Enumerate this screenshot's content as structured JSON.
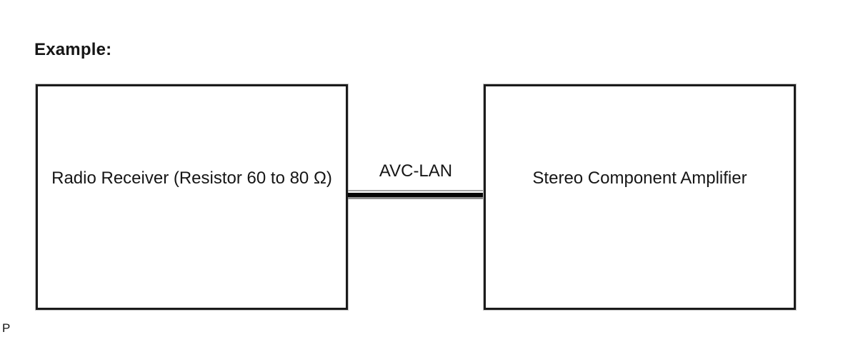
{
  "heading": "Example:",
  "diagram": {
    "radio_receiver_label": "Radio Receiver (Resistor 60 to 80 Ω)",
    "amplifier_label": "Stereo Component Amplifier",
    "bus_label": "AVC-LAN"
  },
  "footer": {
    "partial_text": "P"
  },
  "colors": {
    "background": "#ffffff",
    "text": "#161616",
    "box_border": "#1b1b1b",
    "bus_main": "#050505",
    "bus_edge": "#a3a3a3"
  }
}
